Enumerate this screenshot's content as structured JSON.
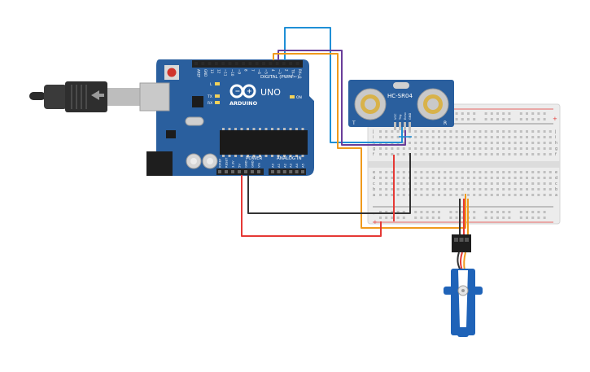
{
  "arduino": {
    "logo": "ARDUINO",
    "model": "UNO",
    "digital_label": "DIGITAL (PWM ~)",
    "power_label": "POWER",
    "analog_label": "ANALOG IN",
    "on_label": "ON",
    "l_label": "L",
    "tx_label": "TX",
    "rx_label": "RX",
    "digital_pins": [
      "AREF",
      "GND",
      "13",
      "12",
      "~11",
      "~10",
      "~9",
      "8",
      "7",
      "~6",
      "~5",
      "4",
      "~3",
      "2",
      "TX→1",
      "RX←0"
    ],
    "power_pins": [
      "IOREF",
      "RESET",
      "3.3V",
      "5V",
      "GND",
      "GND",
      "Vin"
    ],
    "analog_pins": [
      "A0",
      "A1",
      "A2",
      "A3",
      "A4",
      "A5"
    ]
  },
  "sensor": {
    "model": "HC-SR04",
    "transmit_mark": "T",
    "receive_mark": "R",
    "pins": [
      "VCC",
      "Trig",
      "Echo",
      "GND"
    ]
  },
  "breadboard": {
    "row_letters_top": [
      "j",
      "i",
      "h",
      "g",
      "f"
    ],
    "row_letters_bottom": [
      "e",
      "d",
      "c",
      "b",
      "a"
    ],
    "plus": "+",
    "minus": "-"
  },
  "colors": {
    "board": "#2a5f9e",
    "wire_red": "#e53935",
    "wire_black": "#333333",
    "wire_orange": "#f09a1c",
    "wire_blue": "#1f8fd6",
    "wire_purple": "#6a3d9a",
    "servo_body": "#1f63b8"
  }
}
